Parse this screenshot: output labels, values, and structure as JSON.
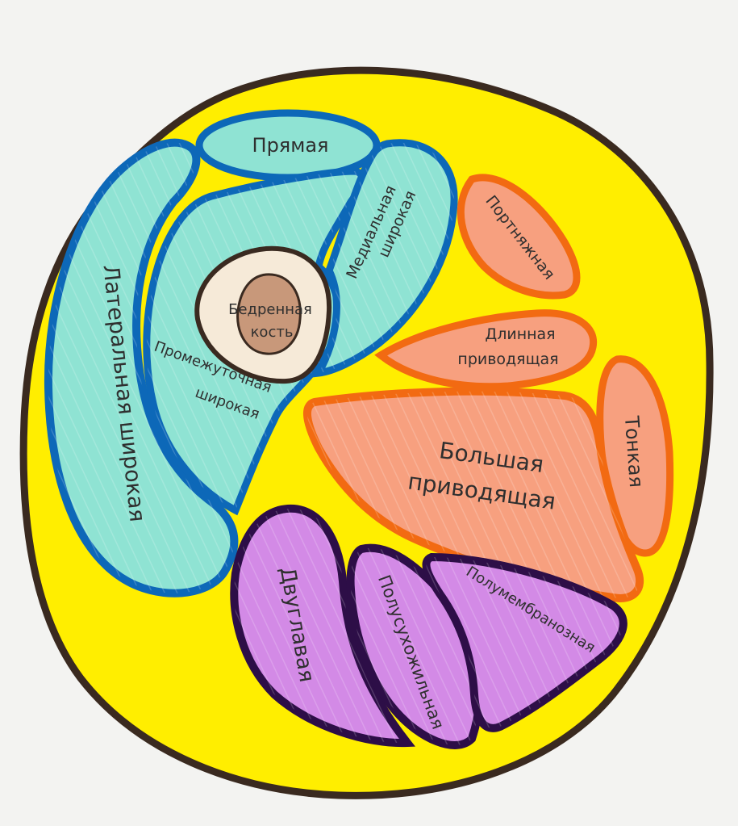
{
  "colors": {
    "background": "#f3f3f1",
    "fat": "#ffee00",
    "outline": "#3a2a20",
    "anterior_fill": "#8fe3d3",
    "anterior_stroke": "#0d68b8",
    "medial_fill": "#f7a07f",
    "medial_stroke": "#f26a12",
    "posterior_fill": "#d38ae6",
    "posterior_stroke": "#2d0e47",
    "bone_fill": "#f6ead8",
    "marrow_fill": "#c8987a"
  },
  "labels": {
    "rectus": "Прямая",
    "vastus_lateralis": "Латеральная широкая",
    "vastus_intermedius_1": "Промежуточная",
    "vastus_intermedius_2": "широкая",
    "vastus_medialis_1": "Медиальная",
    "vastus_medialis_2": "широкая",
    "femur_1": "Бедренная",
    "femur_2": "кость",
    "sartorius": "Портняжная",
    "adductor_longus_1": "Длинная",
    "adductor_longus_2": "приводящая",
    "gracilis": "Тонкая",
    "adductor_magnus_1": "Большая",
    "adductor_magnus_2": "приводящая",
    "biceps": "Двуглавая",
    "semitendinosus": "Полусухожильная",
    "semimembranosus": "Полумембранозная"
  }
}
